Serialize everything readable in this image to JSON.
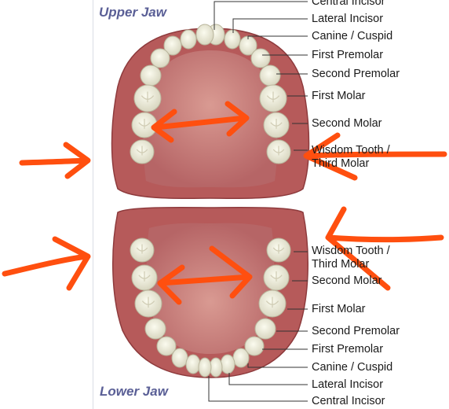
{
  "upper_jaw": {
    "title": "Upper Jaw",
    "labels": [
      "Central Incisor",
      "Lateral Incisor",
      "Canine / Cuspid",
      "First Premolar",
      "Second Premolar",
      "First Molar",
      "Second Molar",
      "Wisdom Tooth / Third Molar"
    ]
  },
  "lower_jaw": {
    "title": "Lower Jaw",
    "labels": [
      "Wisdom Tooth / Third Molar",
      "Second Molar",
      "First Molar",
      "Second Premolar",
      "First Premolar",
      "Canine / Cuspid",
      "Lateral Incisor",
      "Central Incisor"
    ]
  },
  "colors": {
    "gum": "#b65a5a",
    "gum_dark": "#8e3b3d",
    "palate": "#cf8c84",
    "tooth": "#f1f0de",
    "annotation": "#ff4f0f",
    "title": "#5a5f96"
  }
}
